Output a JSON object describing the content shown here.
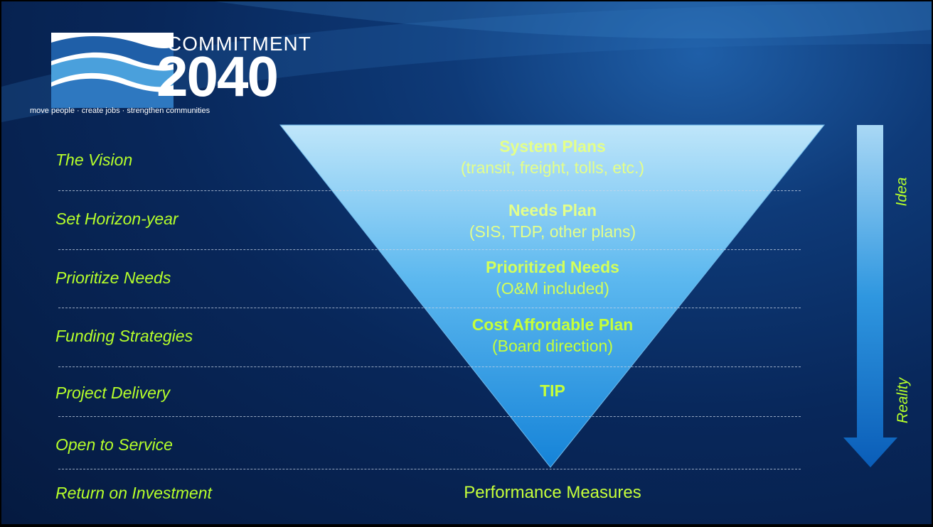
{
  "logo": {
    "word": "COMMITMENT",
    "year": "2040",
    "tagline": "move people · create jobs · strengthen communities"
  },
  "stages": [
    "The Vision",
    "Set Horizon-year",
    "Prioritize Needs",
    "Funding Strategies",
    "Project Delivery",
    "Open to Service",
    "Return on Investment"
  ],
  "tiers": [
    {
      "title": "System Plans",
      "sub": "(transit, freight, tolls, etc.)"
    },
    {
      "title": "Needs Plan",
      "sub": "(SIS, TDP, other plans)"
    },
    {
      "title": "Prioritized Needs",
      "sub": "(O&M included)"
    },
    {
      "title": "Cost Affordable Plan",
      "sub": "(Board direction)"
    },
    {
      "title": "TIP",
      "sub": ""
    }
  ],
  "bottom_label": "Performance Measures",
  "arrow": {
    "top_label": "Idea",
    "bottom_label": "Reality"
  },
  "colors": {
    "stage_text": "#b6ff2a",
    "tier_text_light": "#e4ff8a",
    "tier_text_dark": "#b6ff2a",
    "funnel_top": "#b8e2f8",
    "funnel_bottom": "#1f8fe0",
    "background": "#08275a"
  }
}
